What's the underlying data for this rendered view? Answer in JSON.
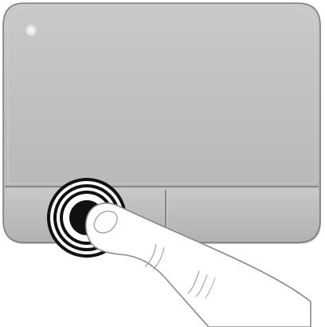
{
  "illustration": {
    "subject": "touchpad-left-click-gesture",
    "parts": {
      "touchpad_surface": "touchpad-surface",
      "status_light": "touchpad-status-light",
      "left_button": "left-touchpad-button",
      "right_button": "right-touchpad-button",
      "press_indicator": "press-indicator-rings",
      "finger": "index-finger"
    },
    "colors": {
      "background": "#ffffff",
      "pad_fill": "#bdbdbd",
      "pad_shadow": "#9e9e9e",
      "pad_outline": "#6f6f6f",
      "button_fill": "#c4c4c4",
      "divider": "#6a6a6a",
      "light": "#f2f2f2",
      "ring_dark": "#111111",
      "ring_light": "#ffffff",
      "finger_fill": "#ffffff",
      "finger_outline": "#8a8a8a"
    }
  }
}
